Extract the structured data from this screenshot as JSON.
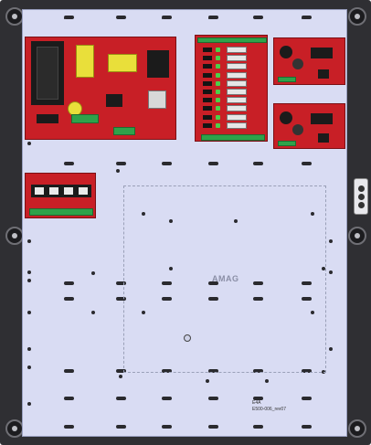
{
  "enclosure": {
    "brand_logo": "AMAG",
    "model_label": "E4A",
    "part_label": "E500-006_rev07",
    "colors": {
      "enclosure": "#2f2f33",
      "backplate": "#d9dcf3",
      "pcb": "#c81f26",
      "terminal": "#2fa24a"
    }
  },
  "boards": [
    {
      "name": "power-supply-board",
      "type": "power supply"
    },
    {
      "name": "relay-distribution-board",
      "type": "relay output"
    },
    {
      "name": "controller-board-upper",
      "type": "controller module"
    },
    {
      "name": "controller-board-lower",
      "type": "controller module"
    },
    {
      "name": "fuse-board",
      "type": "fuse distribution"
    }
  ]
}
